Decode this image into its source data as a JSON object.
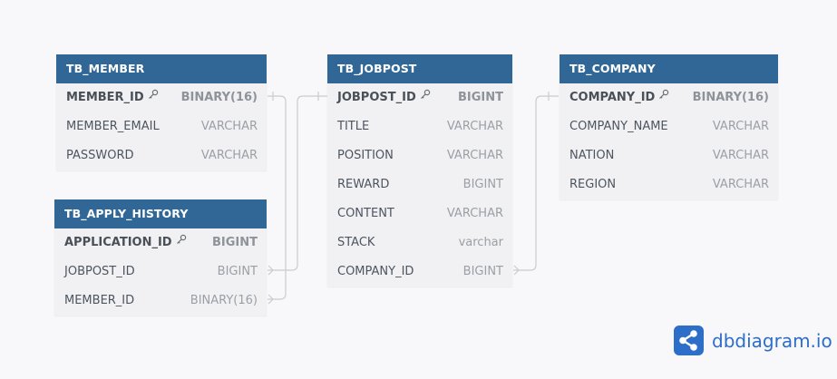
{
  "colors": {
    "header": "#306796",
    "brand": "#2d6ec9",
    "connector": "#c9cbcf"
  },
  "tables": {
    "member": {
      "name": "TB_MEMBER",
      "columns": [
        {
          "name": "MEMBER_ID",
          "type": "BINARY(16)",
          "pk": true
        },
        {
          "name": "MEMBER_EMAIL",
          "type": "VARCHAR"
        },
        {
          "name": "PASSWORD",
          "type": "VARCHAR"
        }
      ]
    },
    "apply_history": {
      "name": "TB_APPLY_HISTORY",
      "columns": [
        {
          "name": "APPLICATION_ID",
          "type": "BIGINT",
          "pk": true
        },
        {
          "name": "JOBPOST_ID",
          "type": "BIGINT"
        },
        {
          "name": "MEMBER_ID",
          "type": "BINARY(16)"
        }
      ]
    },
    "jobpost": {
      "name": "TB_JOBPOST",
      "columns": [
        {
          "name": "JOBPOST_ID",
          "type": "BIGINT",
          "pk": true
        },
        {
          "name": "TITLE",
          "type": "VARCHAR"
        },
        {
          "name": "POSITION",
          "type": "VARCHAR"
        },
        {
          "name": "REWARD",
          "type": "BIGINT"
        },
        {
          "name": "CONTENT",
          "type": "VARCHAR"
        },
        {
          "name": "STACK",
          "type": "varchar"
        },
        {
          "name": "COMPANY_ID",
          "type": "BIGINT"
        }
      ]
    },
    "company": {
      "name": "TB_COMPANY",
      "columns": [
        {
          "name": "COMPANY_ID",
          "type": "BINARY(16)",
          "pk": true
        },
        {
          "name": "COMPANY_NAME",
          "type": "VARCHAR"
        },
        {
          "name": "NATION",
          "type": "VARCHAR"
        },
        {
          "name": "REGION",
          "type": "VARCHAR"
        }
      ]
    }
  },
  "relationships": [
    {
      "from": "TB_APPLY_HISTORY.JOBPOST_ID",
      "to": "TB_JOBPOST.JOBPOST_ID"
    },
    {
      "from": "TB_APPLY_HISTORY.MEMBER_ID",
      "to": "TB_MEMBER.MEMBER_ID"
    },
    {
      "from": "TB_JOBPOST.COMPANY_ID",
      "to": "TB_COMPANY.COMPANY_ID"
    }
  ],
  "brand": {
    "name": "dbdiagram.io",
    "icon": "share-nodes-icon"
  }
}
